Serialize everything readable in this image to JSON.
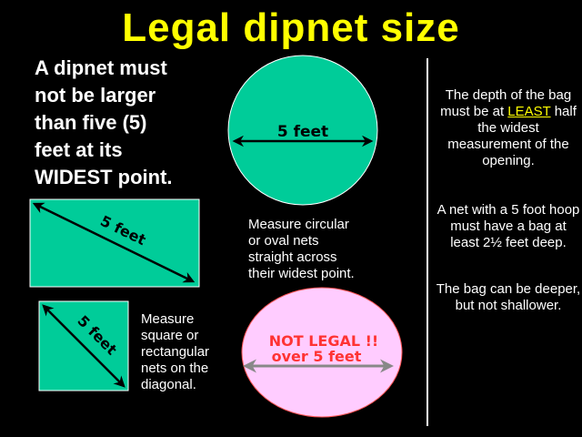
{
  "title": "Legal dipnet size",
  "intro": {
    "lines": [
      "A dipnet must",
      "not be larger",
      "than five (5)",
      "feet at its",
      "WIDEST point."
    ]
  },
  "circle": {
    "label": "5 feet",
    "fill": "#00cc99",
    "caption_lines": [
      "Measure circular",
      "or oval nets",
      "straight across",
      "their widest point."
    ]
  },
  "rectangle": {
    "label": "5 feet",
    "fill": "#00cc99"
  },
  "square": {
    "label": "5 feet",
    "fill": "#00cc99",
    "caption_lines": [
      "Measure",
      "square or",
      "rectangular",
      "nets on the",
      "diagonal."
    ]
  },
  "oval": {
    "fill": "#ffccff",
    "line1": "NOT LEGAL !!",
    "line2": "over 5 feet",
    "text_color": "#ff3333",
    "arrow_color": "#888888"
  },
  "right_panel": {
    "p1": {
      "before": "The depth of the bag must be at",
      "highlight": "LEAST",
      "after": "half the widest measurement of the opening."
    },
    "p2": "A net with a 5 foot hoop must have a bag at least 2½ feet deep.",
    "p3": "The bag can be deeper, but not shallower."
  },
  "colors": {
    "background": "#000000",
    "title": "#ffff00",
    "highlight": "#ffff00",
    "shape_green": "#00cc99",
    "shape_pink": "#ffccff"
  }
}
